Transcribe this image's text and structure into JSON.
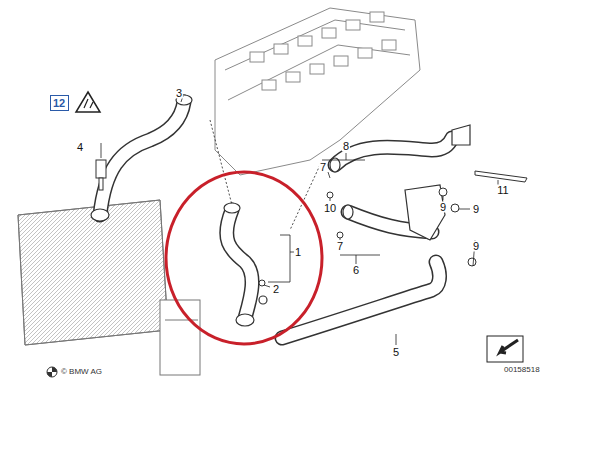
{
  "diagram": {
    "nodes": [
      {
        "text": [
          "12"
        ]
      }
    ],
    "edges": [],
    "labels": [
      "3",
      "4",
      "8",
      "7",
      "11",
      "9",
      "10",
      "9",
      "1",
      "2",
      "7",
      "6",
      "9",
      "5",
      "© BMW AG",
      "00158518"
    ]
  }
}
